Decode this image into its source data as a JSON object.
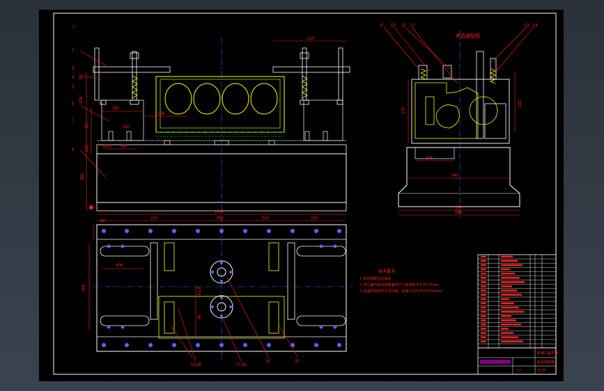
{
  "colors": {
    "background": "#000000",
    "frame": "#ffffff",
    "outline": "#ffffff",
    "dimension": "#ff2020",
    "part": "#ffff00",
    "hatch_green": "#00ff00",
    "centerline": "#3b6bff",
    "hole": "#5566ff",
    "magenta": "#ff00ff",
    "window_bg": "#2b323b"
  },
  "front_view": {
    "overall_width_dim": "1040",
    "top_right_dim": "210",
    "height_dims": [
      "92",
      "206",
      "90",
      "120",
      "380"
    ],
    "inner_dims": [
      "162",
      "168",
      "200",
      "60.5",
      "65"
    ],
    "balloons": [
      "1",
      "2",
      "3",
      "4",
      "5",
      "6",
      "7",
      "8"
    ]
  },
  "side_view": {
    "title": "夹具装配图",
    "width_dim_1": "644",
    "width_dim_2": "540",
    "width_dim_3": "580",
    "height_dim": "170",
    "right_dim": "220",
    "inner_dim": "238",
    "balloons": [
      "9",
      "10",
      "11",
      "12",
      "13",
      "14"
    ]
  },
  "top_view": {
    "top_dims": [
      "210",
      "300",
      "210",
      "210"
    ],
    "left_dims": [
      "40",
      "404"
    ],
    "inner_dims": [
      "406",
      "61.5",
      "96"
    ],
    "balloons": [
      "15",
      "16",
      "17",
      "18",
      "19",
      "20"
    ]
  },
  "notes": {
    "title": "技术要求",
    "lines": [
      "1. 夹具装配后应保证",
      "2. 定位面与夹具体底面的平行度误差不大于0.05mm",
      "3. 夹紧机构动作灵活可靠，夹紧力均匀不大于0.05mm"
    ]
  },
  "title_block": {
    "drawing_name": "夹具装配图",
    "school": "机械工程学院",
    "scale": "1:1",
    "drawing_no": "JJ-00"
  }
}
